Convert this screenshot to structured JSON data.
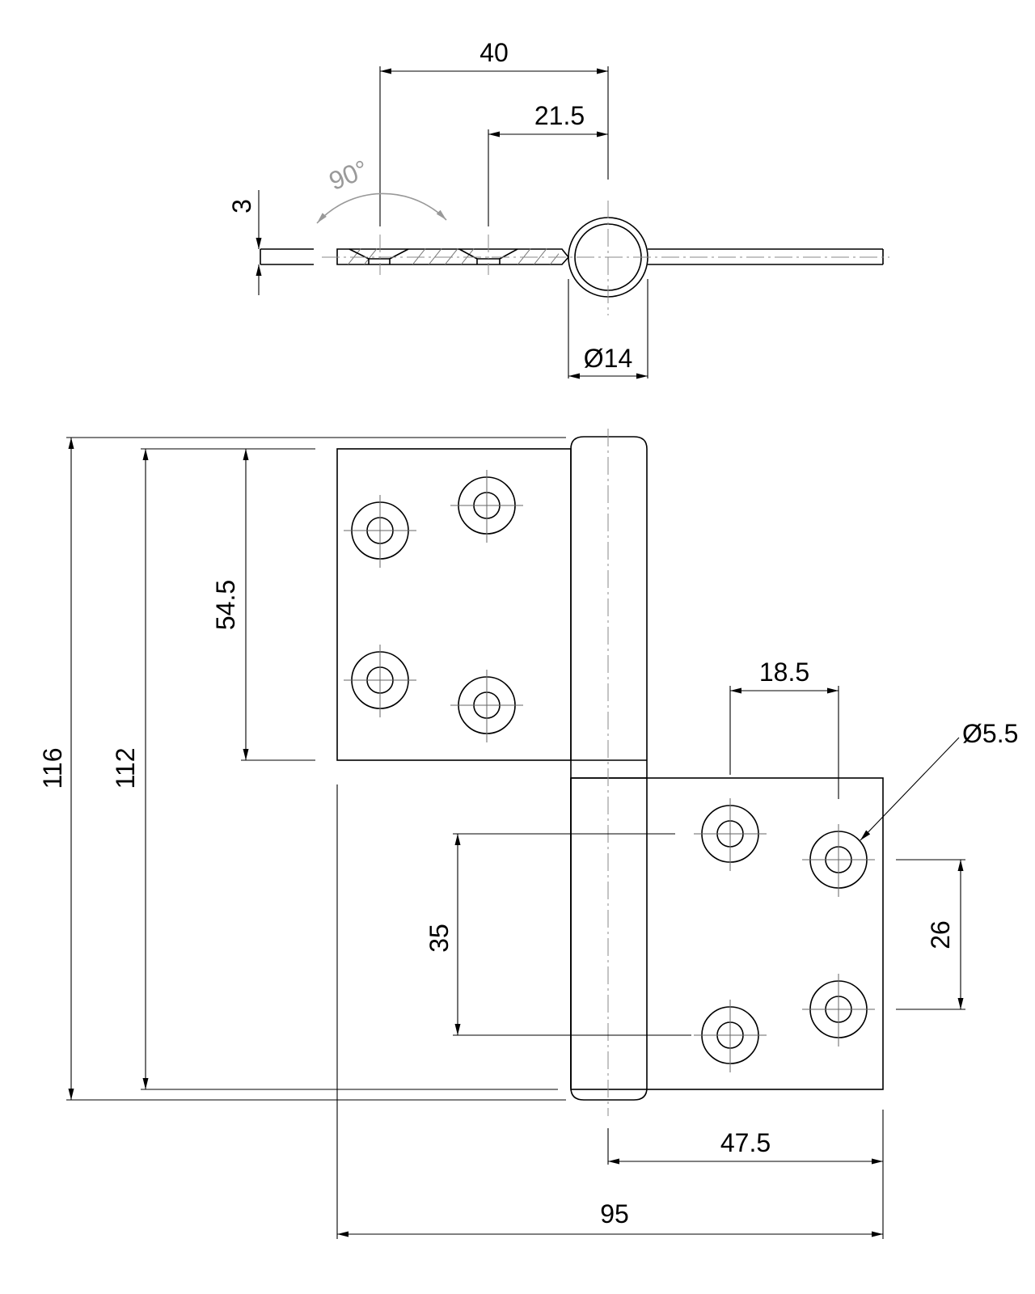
{
  "drawing": {
    "subject": "flag hinge",
    "dimensions": {
      "top_leaf_to_pin": "40",
      "hole_to_pin": "21.5",
      "angle": "90°",
      "thickness": "3",
      "knuckle_diameter": "Ø14",
      "overall_height": "116",
      "leaf_height": "112",
      "upper_hole_spacing": "54.5",
      "lower_hole_spacing_x": "18.5",
      "hole_diameter": "Ø5.5",
      "lower_hole_spacing_y": "35",
      "right_hole_spacing_y": "26",
      "pin_to_edge": "47.5",
      "overall_width": "95"
    }
  }
}
